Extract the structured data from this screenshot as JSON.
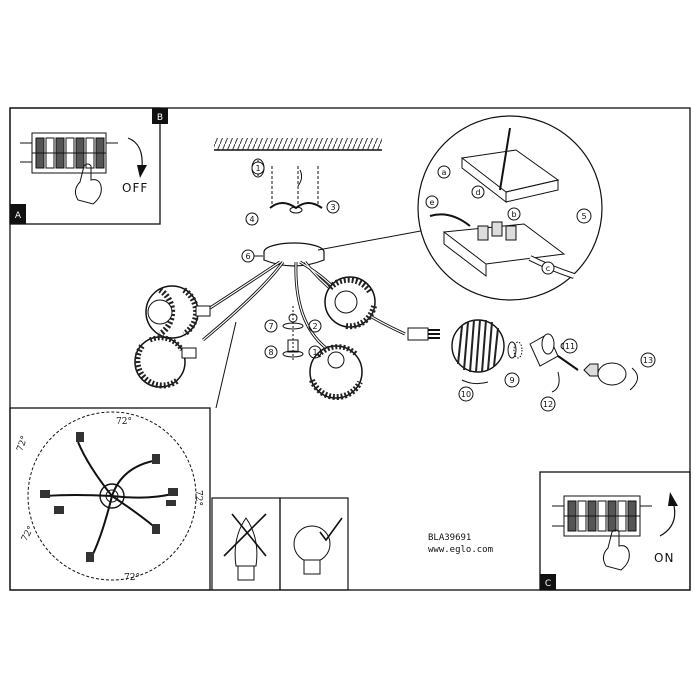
{
  "panels": {
    "power_off": {
      "corner_letter": "B",
      "side_letter": "A",
      "switch_label": "OFF"
    },
    "power_on": {
      "corner_letter": "C",
      "switch_label": "ON"
    }
  },
  "steps": [
    "1",
    "2",
    "3",
    "4",
    "5",
    "6",
    "7",
    "8",
    "9",
    "10",
    "11",
    "12",
    "13"
  ],
  "wiring_letters": [
    "a",
    "b",
    "c",
    "d",
    "e"
  ],
  "angles": {
    "label": "72°"
  },
  "product": {
    "code": "BLA39691",
    "website": "www.eglo.com"
  }
}
